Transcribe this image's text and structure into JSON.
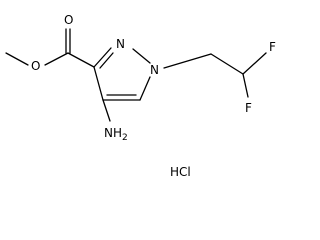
{
  "molecule": {
    "atoms": {
      "o_ether": "O",
      "o_carbonyl": "O",
      "n2": "N",
      "n1": "N",
      "nh2": "NH",
      "nh2_sub": "2",
      "f_top": "F",
      "f_bottom": "F"
    },
    "salt": "HCl"
  }
}
